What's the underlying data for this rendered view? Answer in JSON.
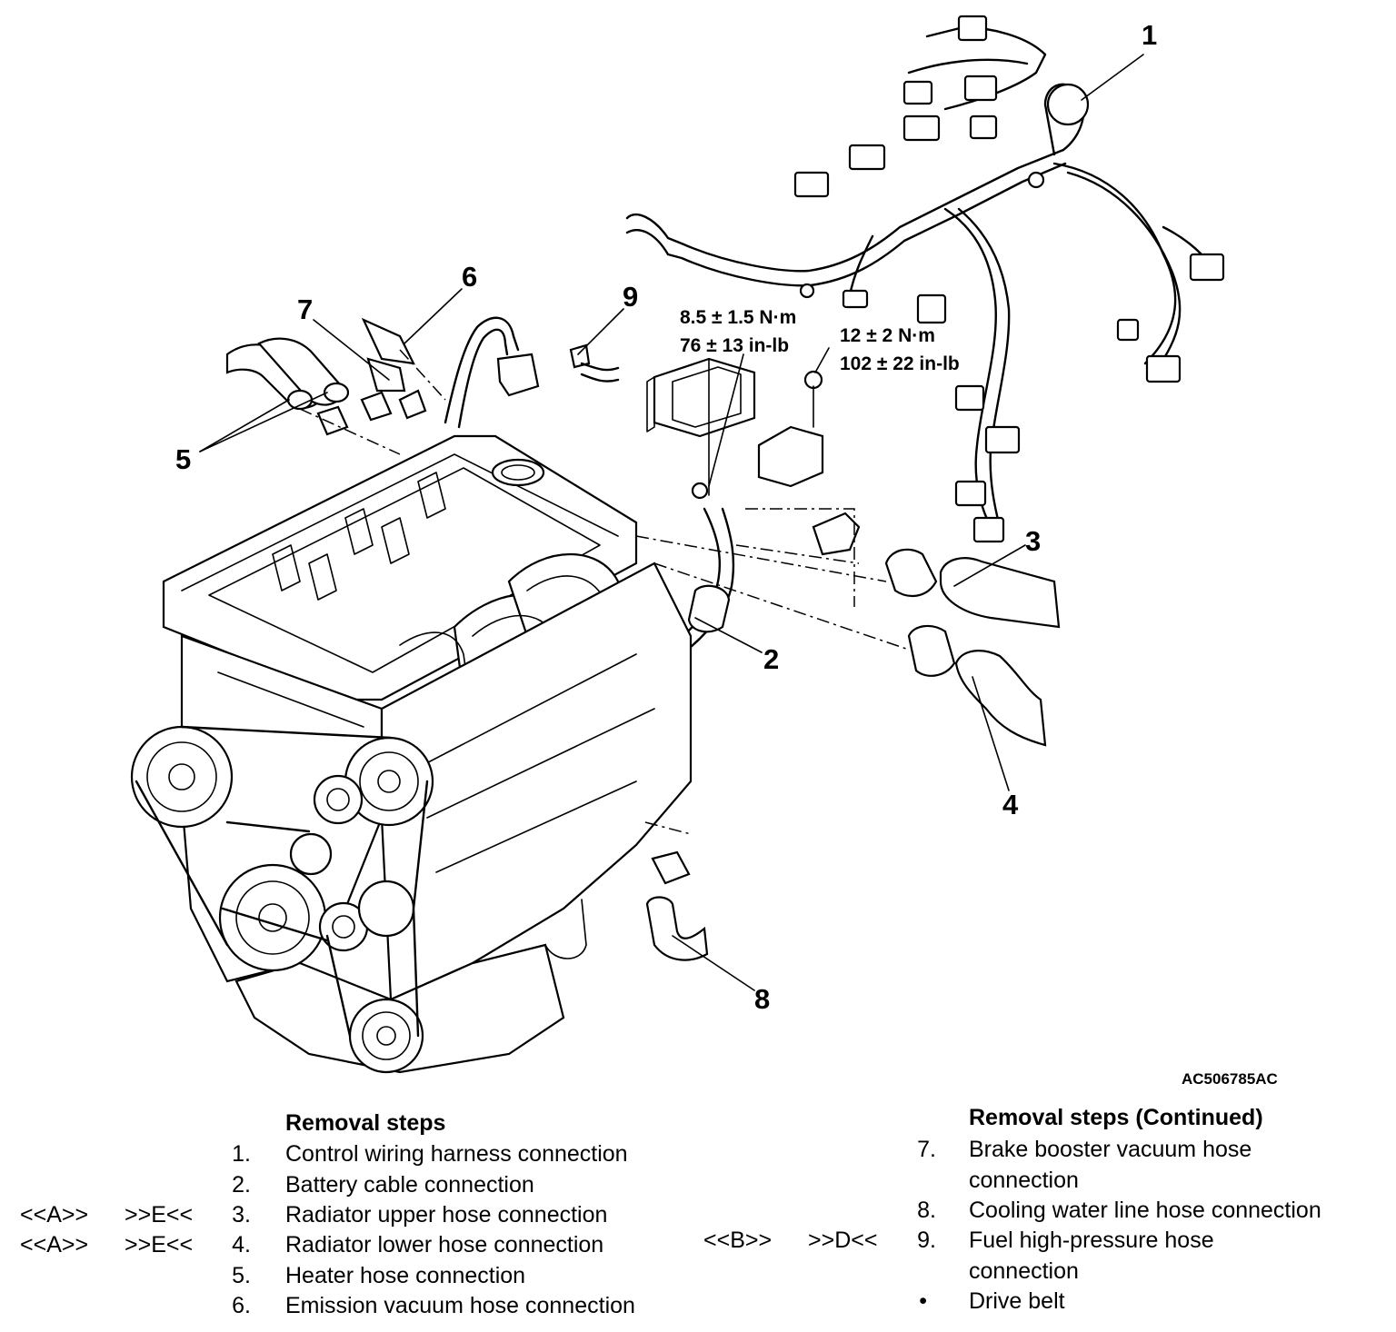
{
  "figure": {
    "id": "AC506785AC",
    "callouts": [
      "1",
      "2",
      "3",
      "4",
      "5",
      "6",
      "7",
      "8",
      "9"
    ],
    "torque_left": {
      "nm": "8.5 ± 1.5 N·m",
      "inlb": "76 ± 13 in-lb"
    },
    "torque_right": {
      "nm": "12 ± 2 N·m",
      "inlb": "102 ± 22 in-lb"
    }
  },
  "left_list": {
    "heading": "Removal steps",
    "items": [
      {
        "tag_a": "",
        "tag_b": "",
        "num": "1.",
        "lines": [
          "Control wiring harness connection"
        ]
      },
      {
        "tag_a": "",
        "tag_b": "",
        "num": "2.",
        "lines": [
          "Battery cable connection"
        ]
      },
      {
        "tag_a": "<<A>>",
        "tag_b": ">>E<<",
        "num": "3.",
        "lines": [
          "Radiator upper hose connection"
        ]
      },
      {
        "tag_a": "<<A>>",
        "tag_b": ">>E<<",
        "num": "4.",
        "lines": [
          "Radiator lower hose connection"
        ]
      },
      {
        "tag_a": "",
        "tag_b": "",
        "num": "5.",
        "lines": [
          "Heater hose connection"
        ]
      },
      {
        "tag_a": "",
        "tag_b": "",
        "num": "6.",
        "lines": [
          "Emission vacuum hose connection"
        ]
      }
    ]
  },
  "right_list": {
    "heading": "Removal steps (Continued)",
    "items": [
      {
        "tag_a": "",
        "tag_b": "",
        "num": "7.",
        "lines": [
          "Brake booster vacuum hose",
          "connection"
        ]
      },
      {
        "tag_a": "",
        "tag_b": "",
        "num": "8.",
        "lines": [
          "Cooling water line hose connection"
        ]
      },
      {
        "tag_a": "<<B>>",
        "tag_b": ">>D<<",
        "num": "9.",
        "lines": [
          "Fuel high-pressure hose",
          "connection"
        ]
      },
      {
        "tag_a": "",
        "tag_b": "",
        "num": "•",
        "lines": [
          "Drive belt"
        ]
      }
    ]
  }
}
